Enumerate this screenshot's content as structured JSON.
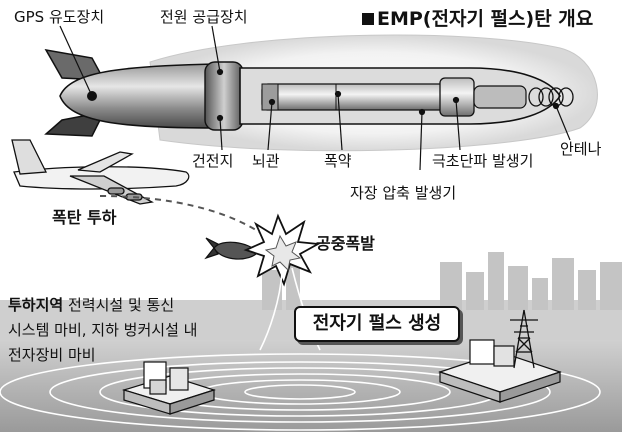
{
  "title": "EMP(전자기 펄스)탄 개요",
  "components": {
    "gps": "GPS 유도장치",
    "power": "전원 공급장치",
    "battery": "건전지",
    "detonator": "뇌관",
    "explosive": "폭약",
    "ultrashort": "극초단파 발생기",
    "antenna": "안테나",
    "magnetic": "자장 압축 발생기"
  },
  "events": {
    "drop": "폭탄 투하",
    "airburst": "공중폭발"
  },
  "drop_zone": {
    "label": "투하지역",
    "line1_rest": "전력시설 및 통신",
    "line2": "시스템 마비, 지하 벙커시설 내",
    "line3": "전자장비 마비"
  },
  "pulse_label": "전자기 펄스 생성"
}
